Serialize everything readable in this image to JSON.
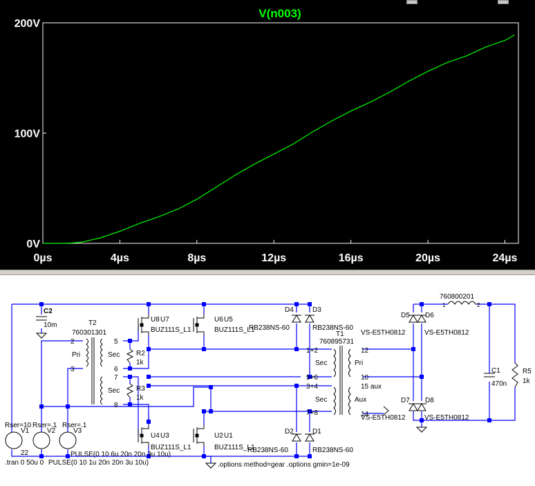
{
  "plot": {
    "trace_name": "V(n003)",
    "trace_color": "#00ff00",
    "background": "#000000",
    "axis_color": "#ffffff",
    "chart_data": {
      "type": "line",
      "title": "V(n003)",
      "xlabel": "",
      "ylabel": "",
      "x_unit": "µs",
      "y_unit": "V",
      "xlim": [
        0,
        24.7
      ],
      "ylim": [
        0,
        200
      ],
      "x_ticks": [
        "0µs",
        "4µs",
        "8µs",
        "12µs",
        "16µs",
        "20µs",
        "24µs"
      ],
      "x_tick_values": [
        0,
        4,
        8,
        12,
        16,
        20,
        24
      ],
      "y_ticks": [
        "200V",
        "100V",
        "0V"
      ],
      "y_tick_values": [
        200,
        100,
        0
      ],
      "series": [
        {
          "name": "V(n003)",
          "x": [
            0,
            1,
            1.5,
            2,
            2.5,
            3,
            3.5,
            4,
            5,
            6,
            7,
            8,
            9,
            10,
            11,
            12,
            13,
            14,
            15,
            16,
            17,
            18,
            19,
            20,
            21,
            22,
            23,
            24,
            24.5
          ],
          "y": [
            0,
            0,
            0.3,
            1,
            3,
            5,
            8,
            11,
            18,
            24,
            31,
            40,
            51,
            62,
            72,
            81,
            90,
            101,
            111,
            120,
            128,
            137,
            147,
            156,
            164,
            170,
            178,
            184,
            189
          ]
        }
      ]
    }
  },
  "schematic": {
    "components": {
      "c2": {
        "ref": "C2",
        "value": "10m"
      },
      "t2": {
        "ref": "T2",
        "part": "760301301",
        "pri": "Pri",
        "sec1": "Sec",
        "sec2": "Sec",
        "pins": [
          "2",
          "3",
          "5",
          "6",
          "7",
          "8"
        ]
      },
      "r2": {
        "ref": "R2",
        "value": "1k"
      },
      "r3": {
        "ref": "R3",
        "value": "1k"
      },
      "u8": {
        "ref": "U8",
        "mfet": "U7",
        "part": "BUZ111S_L1"
      },
      "u6": {
        "ref": "U6",
        "mfet": "U5",
        "part": "BUZ111S_L1"
      },
      "u4": {
        "ref": "U4",
        "mfet": "U3",
        "part": "BUZ111S_L1"
      },
      "u2": {
        "ref": "U2",
        "mfet": "U1",
        "part": "BUZ111S_L1"
      },
      "d4": {
        "ref": "D4",
        "part": "RB238NS-60"
      },
      "d3": {
        "ref": "D3",
        "part": "RB238NS-60"
      },
      "d2": {
        "ref": "D2",
        "part": "RB238NS-60"
      },
      "d1": {
        "ref": "D1",
        "part": "RB238NS-60"
      },
      "t1": {
        "ref": "T1",
        "part": "760895731",
        "sec1": "Sec",
        "sec2": "Sec",
        "pri": "Pri",
        "aux": "Aux",
        "pins": [
          "1+2",
          "5+6",
          "3+4",
          "7+8",
          "12",
          "10",
          "15 aux",
          "14"
        ]
      },
      "d5": {
        "ref": "D5",
        "part": "VS-E5TH0812"
      },
      "d6": {
        "ref": "D6",
        "part": "VS-E5TH0812"
      },
      "d7": {
        "ref": "D7",
        "part": "VS-E5TH0812"
      },
      "d8": {
        "ref": "D8",
        "part": "VS-E5TH0812"
      },
      "l1": {
        "part": "760800201",
        "pin1": "1",
        "pin2": "2"
      },
      "c1": {
        "ref": "C1",
        "value": "470n"
      },
      "r5": {
        "ref": "R5",
        "value": "1k"
      },
      "v1": {
        "ref": "V1",
        "rser": "Rser=10",
        "value": "22"
      },
      "v2": {
        "ref": "V2",
        "rser": "Rser=.1"
      },
      "v3": {
        "ref": "V3",
        "rser": "Rser=.1"
      }
    },
    "directives": {
      "pulse1": "PULSE(0 10 6u 20n 20n 3u 10u)",
      "pulse2": "PULSE(0 10 1u 20n 20n 3u 10u)",
      "tran": ".tran 0 50u 0",
      "options": ".options method=gear .options gmin=1e-09"
    },
    "colors": {
      "wire": "#0000ff",
      "part": "#000000",
      "junction": "#0000ff"
    }
  }
}
